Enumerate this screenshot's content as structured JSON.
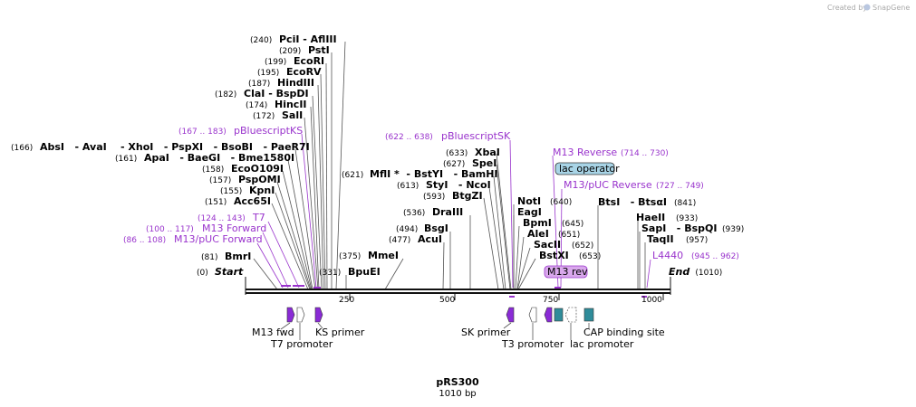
{
  "credit": {
    "prefix": "Created by",
    "brand": "SnapGene"
  },
  "plasmid": {
    "name": "pRS300",
    "length_label": "1010 bp"
  },
  "ends": {
    "start_pos": "(0)",
    "start_label": "Start",
    "end_label": "End",
    "end_pos": "(1010)"
  },
  "ruler_ticks": [
    "250",
    "500",
    "750",
    "1000"
  ],
  "enzymes_left": [
    {
      "pos": "(240)",
      "name": "PciI   - AflIII"
    },
    {
      "pos": "(209)",
      "name": "PstI"
    },
    {
      "pos": "(199)",
      "name": "EcoRI"
    },
    {
      "pos": "(195)",
      "name": "EcoRV"
    },
    {
      "pos": "(187)",
      "name": "HindIII"
    },
    {
      "pos": "(182)",
      "name": "ClaI   - BspDI"
    },
    {
      "pos": "(174)",
      "name": "HincII"
    },
    {
      "pos": "(172)",
      "name": "SalI"
    },
    {
      "pos": "(166)",
      "name": "AbsI   - AvaI    - XhoI   - PspXI   - BsoBI   - PaeR7I"
    },
    {
      "pos": "(161)",
      "name": "ApaI   - BaeGI   - Bme1580I"
    },
    {
      "pos": "(158)",
      "name": "EcoO109I"
    },
    {
      "pos": "(157)",
      "name": "PspOMI"
    },
    {
      "pos": "(155)",
      "name": "KpnI"
    },
    {
      "pos": "(151)",
      "name": "Acc65I"
    },
    {
      "pos": "(81)",
      "name": "BmrI"
    }
  ],
  "enzymes_mid": [
    {
      "pos": "(621)",
      "name": "MflI *  - BstYI   - BamHI"
    },
    {
      "pos": "(633)",
      "name": "XbaI"
    },
    {
      "pos": "(627)",
      "name": "SpeI"
    },
    {
      "pos": "(613)",
      "name": "StyI   - NcoI"
    },
    {
      "pos": "(593)",
      "name": "BtgZI"
    },
    {
      "pos": "(536)",
      "name": "DraIII"
    },
    {
      "pos": "(494)",
      "name": "BsgI"
    },
    {
      "pos": "(477)",
      "name": "AcuI"
    },
    {
      "pos": "(375)",
      "name": "MmeI"
    },
    {
      "pos": "(331)",
      "name": "BpuEI"
    }
  ],
  "enzymes_right": [
    {
      "pos": "(640)",
      "name": "NotI"
    },
    {
      "pos": "",
      "name": "EagI"
    },
    {
      "pos": "(645)",
      "name": "BpmI"
    },
    {
      "pos": "(651)",
      "name": "AleI"
    },
    {
      "pos": "(652)",
      "name": "SacII"
    },
    {
      "pos": "(653)",
      "name": "BstXI"
    },
    {
      "pos": "(841)",
      "name": "BtsI   - BtsαI"
    },
    {
      "pos": "(933)",
      "name": "HaeII"
    },
    {
      "pos": "(939)",
      "name": "SapI   - BspQI"
    },
    {
      "pos": "(957)",
      "name": "TaqII"
    }
  ],
  "features_above": [
    {
      "pos": "(167 .. 183)",
      "name": "pBluescriptKS"
    },
    {
      "pos": "(124 .. 143)",
      "name": "T7"
    },
    {
      "pos": "(100 .. 117)",
      "name": "M13 Forward"
    },
    {
      "pos": "(86 .. 108)",
      "name": "M13/pUC Forward"
    },
    {
      "pos": "(622 .. 638)",
      "name": "pBluescriptSK"
    },
    {
      "pos": "(714 .. 730)",
      "name": "M13 Reverse"
    },
    {
      "pos": "(727 .. 749)",
      "name": "M13/pUC Reverse"
    },
    {
      "pos": "(945 .. 962)",
      "name": "L4440"
    }
  ],
  "boxed_labels": {
    "lac_operator": "lac operator",
    "m13_rev": "M13 rev"
  },
  "features_below": {
    "m13_fwd": "M13 fwd",
    "t7_promoter": "T7 promoter",
    "ks_primer": "KS primer",
    "sk_primer": "SK primer",
    "t3_promoter": "T3 promoter",
    "lac_promoter": "lac promoter",
    "cap_site": "CAP binding site"
  },
  "colors": {
    "feature_purple": "#9933cc",
    "primer_fill": "#8a2bd6",
    "lac_operator_fill": "#a8d4e6",
    "m13rev_fill": "#d9a8ec",
    "cap_fill": "#2f8c9a",
    "promoter_fill": "#ffffff"
  }
}
